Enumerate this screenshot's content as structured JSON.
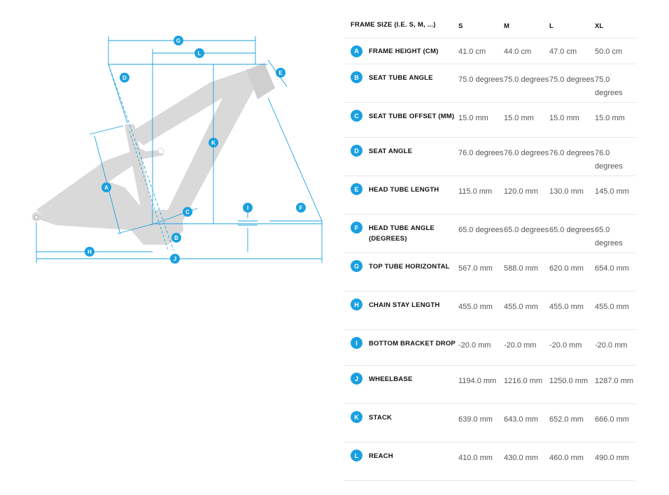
{
  "header": {
    "label": "FRAME SIZE (I.E. S, M, ...)",
    "sizes": [
      "S",
      "M",
      "L",
      "XL"
    ]
  },
  "rows": [
    {
      "letter": "A",
      "name": "FRAME HEIGHT (CM)",
      "values": [
        "41.0 cm",
        "44.0 cm",
        "47.0 cm",
        "50.0 cm"
      ]
    },
    {
      "letter": "B",
      "name": "SEAT TUBE ANGLE",
      "values": [
        "75.0 degrees",
        "75.0 degrees",
        "75.0 degrees",
        "75.0 degrees"
      ]
    },
    {
      "letter": "C",
      "name": "SEAT TUBE OFFSET (MM)",
      "values": [
        "15.0 mm",
        "15.0 mm",
        "15.0 mm",
        "15.0 mm"
      ]
    },
    {
      "letter": "D",
      "name": "SEAT ANGLE",
      "values": [
        "76.0 degrees",
        "76.0 degrees",
        "76.0 degrees",
        "76.0 degrees"
      ]
    },
    {
      "letter": "E",
      "name": "HEAD TUBE LENGTH",
      "values": [
        "115.0 mm",
        "120.0 mm",
        "130.0 mm",
        "145.0 mm"
      ]
    },
    {
      "letter": "F",
      "name": "HEAD TUBE ANGLE (DEGREES)",
      "values": [
        "65.0 degrees",
        "65.0 degrees",
        "65.0 degrees",
        "65.0 degrees"
      ]
    },
    {
      "letter": "G",
      "name": "TOP TUBE HORIZONTAL",
      "values": [
        "567.0 mm",
        "588.0 mm",
        "620.0 mm",
        "654.0 mm"
      ]
    },
    {
      "letter": "H",
      "name": "CHAIN STAY LENGTH",
      "values": [
        "455.0 mm",
        "455.0 mm",
        "455.0 mm",
        "455.0 mm"
      ]
    },
    {
      "letter": "I",
      "name": "BOTTOM BRACKET DROP",
      "values": [
        "-20.0 mm",
        "-20.0 mm",
        "-20.0 mm",
        "-20.0 mm"
      ]
    },
    {
      "letter": "J",
      "name": "WHEELBASE",
      "values": [
        "1194.0 mm",
        "1216.0 mm",
        "1250.0 mm",
        "1287.0 mm"
      ]
    },
    {
      "letter": "K",
      "name": "STACK",
      "values": [
        "639.0 mm",
        "643.0 mm",
        "652.0 mm",
        "666.0 mm"
      ]
    },
    {
      "letter": "L",
      "name": "REACH",
      "values": [
        "410.0 mm",
        "430.0 mm",
        "460.0 mm",
        "490.0 mm"
      ]
    }
  ],
  "diagram": {
    "frame_color": "#d6d6d6",
    "line_color": "#1aa0e0",
    "markers": [
      "A",
      "B",
      "C",
      "D",
      "E",
      "F",
      "G",
      "H",
      "I",
      "J",
      "K",
      "L"
    ]
  }
}
